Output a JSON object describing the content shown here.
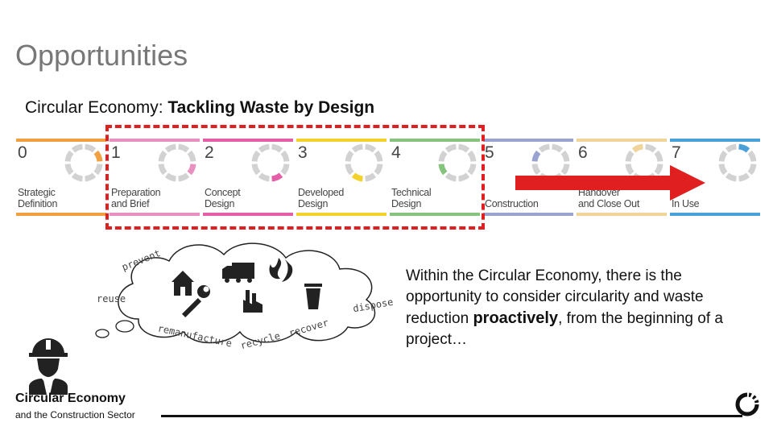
{
  "slide": {
    "title": "Opportunities",
    "subtitle_prefix": "Circular Economy: ",
    "subtitle_bold": "Tackling Waste by Design"
  },
  "stages": [
    {
      "num": "0",
      "line1": "Strategic",
      "line2": "Definition",
      "color": "#f0a040"
    },
    {
      "num": "1",
      "line1": "Preparation",
      "line2": "and Brief",
      "color": "#e890c0"
    },
    {
      "num": "2",
      "line1": "Concept",
      "line2": "Design",
      "color": "#e45fa8"
    },
    {
      "num": "3",
      "line1": "Developed",
      "line2": "Design",
      "color": "#f2d22a"
    },
    {
      "num": "4",
      "line1": "Technical",
      "line2": "Design",
      "color": "#86c37c"
    },
    {
      "num": "5",
      "line1": "",
      "line2": "Construction",
      "color": "#9aa3d0"
    },
    {
      "num": "6",
      "line1": "Handover",
      "line2": "and Close Out",
      "color": "#f0d49a"
    },
    {
      "num": "7",
      "line1": "",
      "line2": "In Use",
      "color": "#4aa0d8"
    }
  ],
  "cloud_words": {
    "prevent": "prevent",
    "reuse": "reuse",
    "remanufacture": "remanufacture",
    "recycle": "recycle",
    "recover": "recover",
    "dispose": "dispose"
  },
  "body": {
    "text_a": "Within the Circular Economy, there is the opportunity to consider circularity and waste reduction ",
    "emphasis": "proactively",
    "text_b": ", from the beginning of a project…"
  },
  "brand": {
    "line1": "Circular Economy",
    "line2": "and the Construction Sector"
  },
  "colors": {
    "dashed_highlight": "#e02020",
    "arrow": "#e02020",
    "ring_grey": "#d2d2d2"
  },
  "icons": [
    "house-icon",
    "truck-icon",
    "fire-icon",
    "wrench-icon",
    "factory-icon",
    "bin-icon",
    "hardhat-worker-icon",
    "circle-logo-icon",
    "cycle-ring-icon"
  ]
}
